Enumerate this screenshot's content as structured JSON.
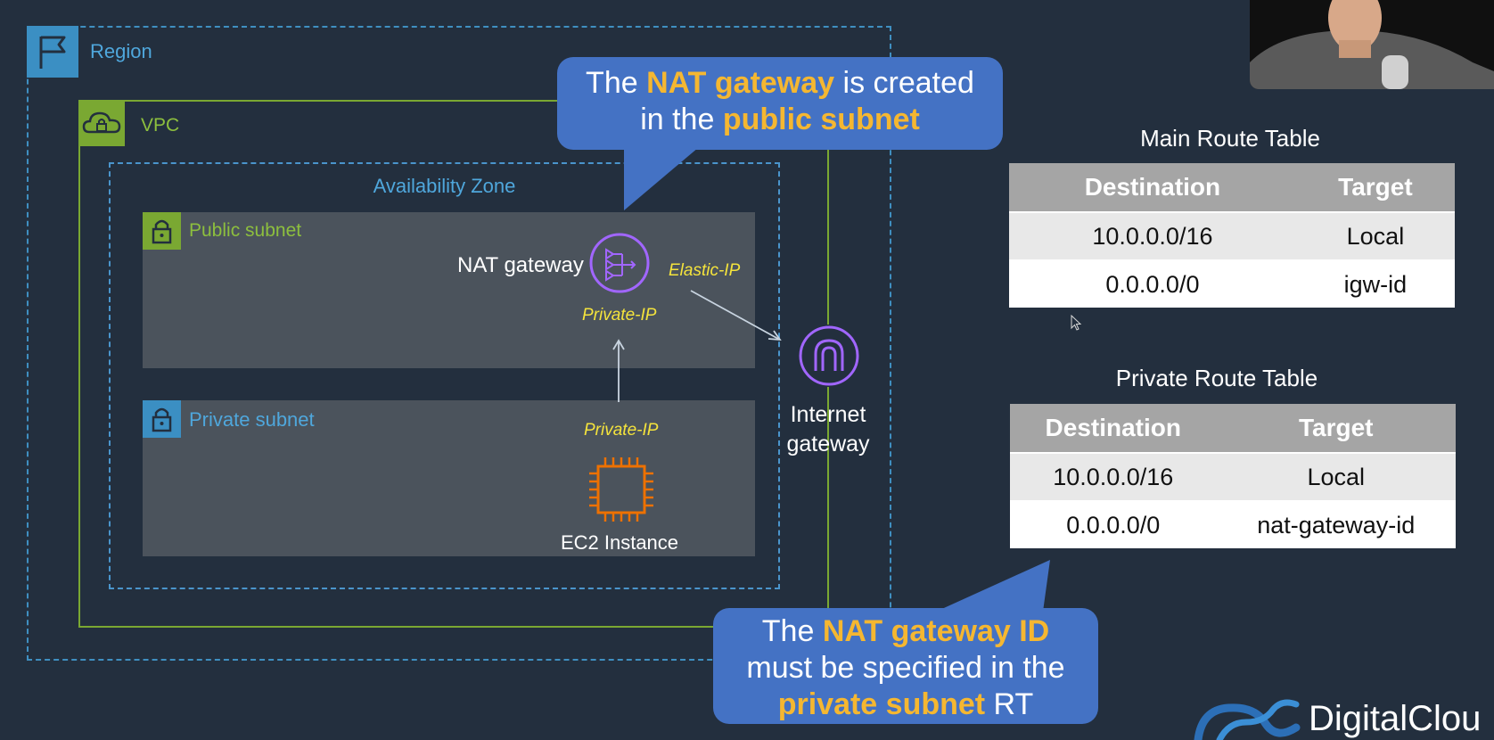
{
  "diagram": {
    "region_label": "Region",
    "vpc_label": "VPC",
    "az_label": "Availability Zone",
    "public_subnet_label": "Public subnet",
    "private_subnet_label": "Private subnet",
    "nat_gateway_label": "NAT gateway",
    "elastic_ip_label": "Elastic-IP",
    "private_ip_public_label": "Private-IP",
    "private_ip_private_label": "Private-IP",
    "ec2_label": "EC2 Instance",
    "igw_label_line1": "Internet",
    "igw_label_line2": "gateway"
  },
  "callouts": {
    "top": {
      "part1": "The ",
      "hl1": "NAT gateway",
      "part2": " is created",
      "part3": "in the ",
      "hl2": "public subnet"
    },
    "bottom": {
      "part1": "The ",
      "hl1": "NAT gateway ID",
      "part2": "must be specified in the",
      "hl2": "private subnet",
      "part3": " RT"
    }
  },
  "main_route_table": {
    "title": "Main Route Table",
    "headers": [
      "Destination",
      "Target"
    ],
    "rows": [
      [
        "10.0.0.0/16",
        "Local"
      ],
      [
        "0.0.0.0/0",
        "igw-id"
      ]
    ]
  },
  "private_route_table": {
    "title": "Private Route Table",
    "headers": [
      "Destination",
      "Target"
    ],
    "rows": [
      [
        "10.0.0.0/16",
        "Local"
      ],
      [
        "0.0.0.0/0",
        "nat-gateway-id"
      ]
    ]
  },
  "branding": {
    "logo_text": "DigitalClou"
  },
  "colors": {
    "background": "#232f3e",
    "region": "#3f8fc1",
    "vpc": "#7aa832",
    "callout": "#4472c4",
    "highlight": "#f5b731",
    "nat_icon": "#a166ff",
    "ec2_icon": "#ed7100",
    "ip_text": "#f4e33c"
  },
  "icons": [
    "flag-icon",
    "cloud-lock-icon",
    "lock-icon",
    "nat-gateway-icon",
    "internet-gateway-icon",
    "ec2-chip-icon",
    "mouse-cursor-icon",
    "logo-icon"
  ]
}
